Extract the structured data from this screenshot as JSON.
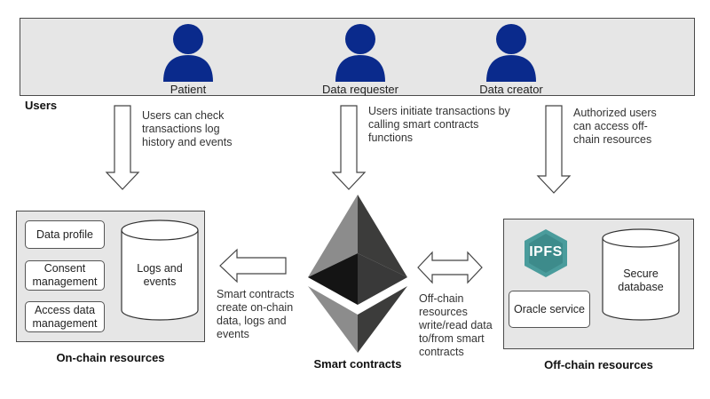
{
  "users_panel": {
    "label": "Users",
    "users": [
      {
        "label": "Patient",
        "icon": "user-icon"
      },
      {
        "label": "Data requester",
        "icon": "user-icon"
      },
      {
        "label": "Data creator",
        "icon": "user-icon"
      }
    ]
  },
  "notes": {
    "check_logs": "Users can check transactions log history and events",
    "initiate": "Users initiate transactions by calling smart contracts functions",
    "authorized": "Authorized users can access off-chain resources",
    "create": "Smart contracts create on-chain data, logs and events",
    "offchain_rw": "Off-chain resources write/read data to/from smart contracts"
  },
  "on_chain": {
    "title": "On-chain resources",
    "items": [
      "Data profile",
      "Consent management",
      "Access data management"
    ],
    "logs_label": "Logs and events"
  },
  "smart_contracts": {
    "title": "Smart contracts",
    "icon": "ethereum-icon"
  },
  "off_chain": {
    "title": "Off-chain resources",
    "ipfs_label": "IPFS",
    "oracle_label": "Oracle service",
    "db_label": "Secure database"
  },
  "colors": {
    "user_icon": "#0a2a8c",
    "ipfs": "#4a9c9c",
    "panel": "#e6e6e6"
  }
}
